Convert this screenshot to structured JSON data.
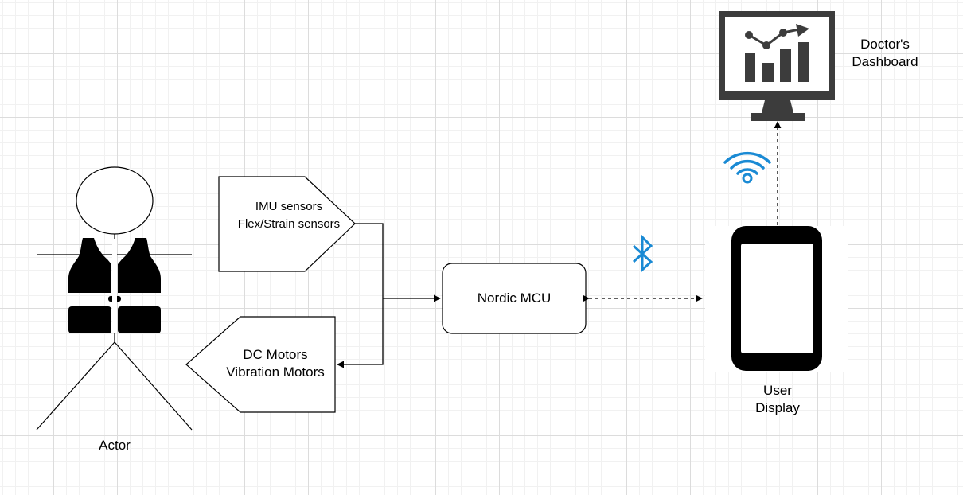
{
  "actor": {
    "label": "Actor"
  },
  "sensors": {
    "line1": "IMU sensors",
    "line2": "Flex/Strain sensors"
  },
  "actuators": {
    "line1": "DC Motors",
    "line2": "Vibration Motors"
  },
  "mcu": {
    "label": "Nordic MCU"
  },
  "user_display": {
    "line1": "User",
    "line2": "Display"
  },
  "dashboard": {
    "line1": "Doctor's",
    "line2": "Dashboard"
  },
  "icons": {
    "bluetooth": "bluetooth-icon",
    "wifi": "wifi-icon",
    "phone": "smartphone-icon",
    "monitor": "dashboard-monitor-icon",
    "vest": "vest-icon"
  },
  "colors": {
    "wireless_icon": "#1a8ad4",
    "device_dark": "#3c3c3c",
    "phone": "#000000"
  }
}
